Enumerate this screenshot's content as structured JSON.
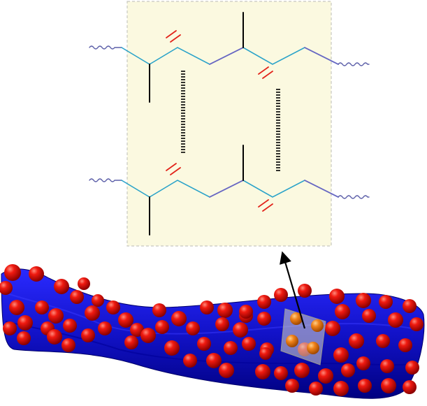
{
  "colors": {
    "background": "#ffffff",
    "inset_panel": "#fbf9e0",
    "inset_border": "#c8c8c0",
    "chain_bond": "#2aa3c9",
    "chain_purple": "#6b62c2",
    "terminal_wavy": "#5b5ea8",
    "double_bond": "#e2231a",
    "methyl_bond": "#000000",
    "hbond_dash": "#000000",
    "membrane": "#1616c8",
    "membrane_dark": "#00007a",
    "particle": "#e60000",
    "particle_inside_patch": "#f07a1a",
    "patch": "#c8c8b8",
    "arrow": "#000000"
  },
  "icons": {
    "wavy_end": "wavy-chain-end",
    "hbond": "dashed-hydrogen-bond",
    "arrow": "zoom-arrow"
  }
}
